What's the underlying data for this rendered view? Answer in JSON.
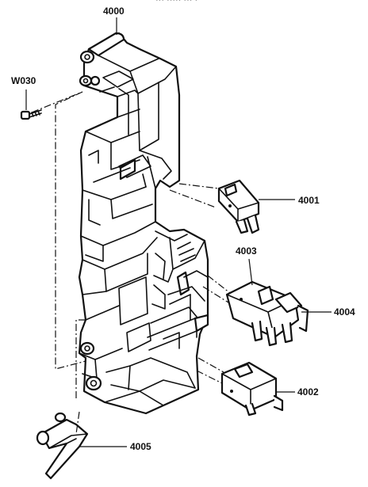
{
  "labels": {
    "frame": "4000",
    "screw": "W030",
    "switch_top": "4001",
    "switch_mid_label": "4003",
    "switch_mid_right": "4004",
    "switch_bottom": "4002",
    "lever": "4005"
  },
  "cropped_header_text": "··· ·····  ··· ·"
}
